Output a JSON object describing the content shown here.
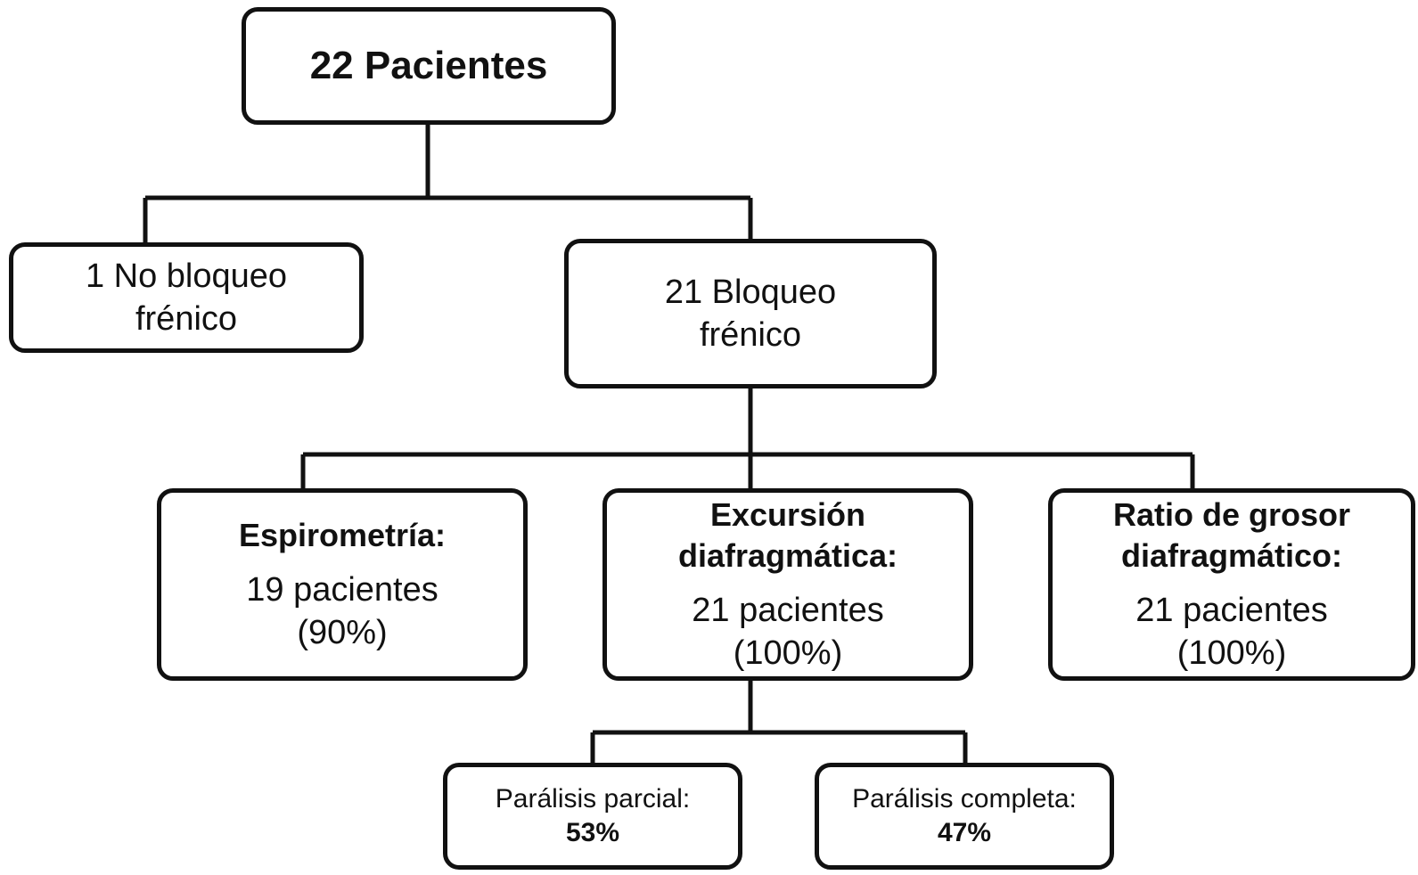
{
  "root": {
    "label": "22 Pacientes"
  },
  "no_block": {
    "line1": "1 No bloqueo",
    "line2": "frénico"
  },
  "block": {
    "line1": "21 Bloqueo",
    "line2": "frénico"
  },
  "spirometry": {
    "title": "Espirometría:",
    "count": "19 pacientes",
    "pct": "(90%)"
  },
  "excursion": {
    "title1": "Excursión",
    "title2": "diafragmática:",
    "count": "21 pacientes",
    "pct": "(100%)"
  },
  "thickness": {
    "title1": "Ratio de grosor",
    "title2": "diafragmático:",
    "count": "21 pacientes",
    "pct": "(100%)"
  },
  "partial": {
    "label": "Parálisis parcial:",
    "pct": "53%"
  },
  "complete": {
    "label": "Parálisis completa:",
    "pct": "47%"
  }
}
